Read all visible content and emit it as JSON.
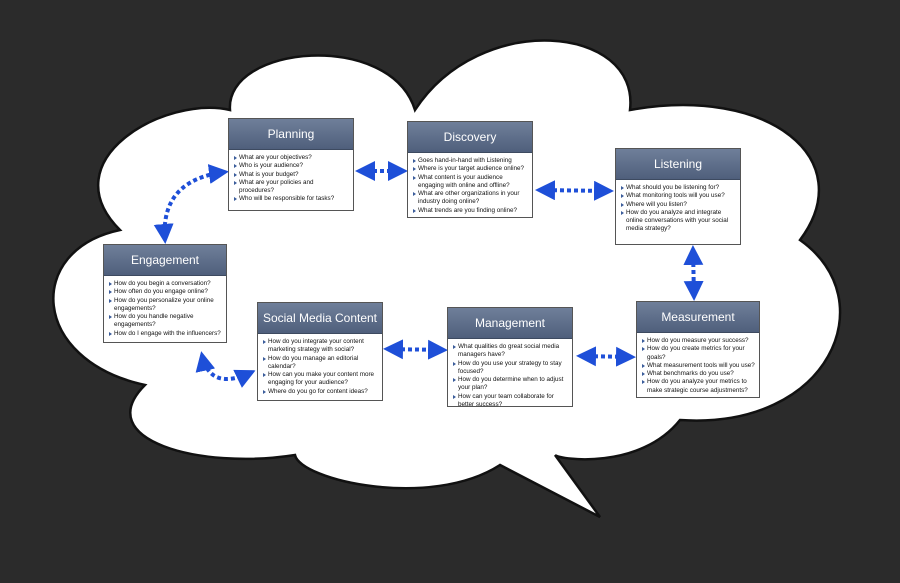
{
  "colors": {
    "background": "#2b2b2b",
    "cloud_fill": "#ffffff",
    "cloud_outline": "#111111",
    "header_fill": "#5b6b88",
    "arrow": "#1e4fd8"
  },
  "boxes": {
    "planning": {
      "title": "Planning",
      "items": [
        "What are your objectives?",
        "Who is your audience?",
        "What is your budget?",
        "What are your policies and procedures?",
        "Who will be responsible for tasks?"
      ]
    },
    "discovery": {
      "title": "Discovery",
      "items": [
        "Goes hand-in-hand with Listening",
        "Where is your target audience online?",
        "What content is your audience engaging with online and offline?",
        "What are other organizations in your industry doing online?",
        "What trends are you finding online?"
      ]
    },
    "listening": {
      "title": "Listening",
      "items": [
        "What should you be listening for?",
        "What monitoring tools will you use?",
        "Where will you listen?",
        "How do you analyze and integrate online conversations with your social media strategy?"
      ]
    },
    "engagement": {
      "title": "Engagement",
      "items": [
        "How do you begin a conversation?",
        "How often do you engage online?",
        "How do you personalize your online engagements?",
        "How do you handle negative engagements?",
        "How do I engage with the influencers?"
      ]
    },
    "social_media_content": {
      "title": "Social Media Content",
      "items": [
        "How do you integrate your content marketing strategy with social?",
        "How do you manage an editorial calendar?",
        "How can you make your content more engaging for your audience?",
        "Where do you go for content ideas?"
      ]
    },
    "management": {
      "title": "Management",
      "items": [
        "What qualities do great social media managers have?",
        "How do you use your strategy to stay focused?",
        "How do you determine when to adjust your plan?",
        "How can your team collaborate for better success?"
      ]
    },
    "measurement": {
      "title": "Measurement",
      "items": [
        "How do you measure your success?",
        "How do you create metrics for your goals?",
        "What measurement tools will you use?",
        "What benchmarks do you use?",
        "How do you analyze your metrics to make strategic course adjustments?"
      ]
    }
  }
}
